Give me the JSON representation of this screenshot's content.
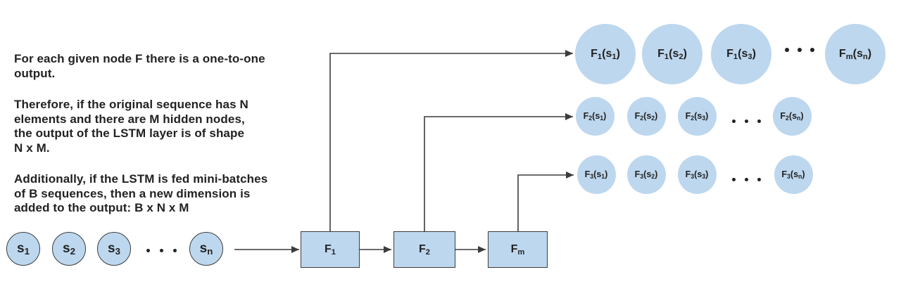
{
  "colors": {
    "node_fill": "#BDD7EE",
    "node_border": "#3C3C3C",
    "connector": "#3C3C3C",
    "text": "#222222",
    "background": "#FFFFFF"
  },
  "notes": {
    "p1": "For each given node F there is a one-to-one\noutput.",
    "p2": "Therefore, if the original sequence has N\nelements and there are M hidden nodes,\nthe output of the LSTM layer is of shape\nN x M.",
    "p3": "Additionally, if the LSTM is fed mini-batches\nof B sequences, then a new dimension is\nadded to the output: B x N x M"
  },
  "input_row": {
    "items": [
      {
        "type": "node",
        "label": "s_1"
      },
      {
        "type": "node",
        "label": "s_2"
      },
      {
        "type": "node",
        "label": "s_3"
      },
      {
        "type": "ellipsis"
      },
      {
        "type": "node",
        "label": "s_n"
      }
    ]
  },
  "hidden_row": {
    "items": [
      {
        "type": "box",
        "label": "F_1"
      },
      {
        "type": "box",
        "label": "F_2"
      },
      {
        "type": "box",
        "label": "F_m"
      }
    ]
  },
  "output_rows": [
    {
      "items": [
        {
          "type": "node",
          "label": "F_1(s_1)"
        },
        {
          "type": "node",
          "label": "F_1(s_2)"
        },
        {
          "type": "node",
          "label": "F_1(s_3)"
        },
        {
          "type": "ellipsis"
        },
        {
          "type": "node",
          "label": "F_m(s_n)"
        }
      ]
    },
    {
      "items": [
        {
          "type": "node",
          "label": "F_2(s_1)"
        },
        {
          "type": "node",
          "label": "F_2(s_2)"
        },
        {
          "type": "node",
          "label": "F_2(s_3)"
        },
        {
          "type": "ellipsis"
        },
        {
          "type": "node",
          "label": "F_2(s_n)"
        }
      ]
    },
    {
      "items": [
        {
          "type": "node",
          "label": "F_3(s_1)"
        },
        {
          "type": "node",
          "label": "F_3(s_2)"
        },
        {
          "type": "node",
          "label": "F_3(s_3)"
        },
        {
          "type": "ellipsis"
        },
        {
          "type": "node",
          "label": "F_3(s_n)"
        }
      ]
    }
  ]
}
